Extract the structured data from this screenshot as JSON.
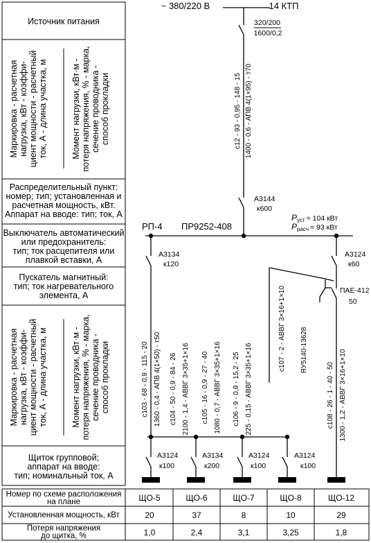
{
  "source": {
    "voltage": "~ 380/220 В",
    "substation": "14 КТП",
    "transformer_top": "320/200",
    "transformer_bottom": "1600/0,2"
  },
  "left_panel": {
    "rows": [
      {
        "lines": [
          "Источник питания"
        ]
      },
      {
        "lines_a": [
          "Маркировка - расчетная",
          "нагрузка, кВт - коэффи-",
          "циент мощности - расчетный",
          "ток, А - длина участка, м"
        ],
        "lines_b": [
          "Момент нагрузки, кВт·м -",
          "потеря напряжения, % - марка,",
          "сечение проводника -",
          "способ прокладки"
        ]
      },
      {
        "lines": [
          "Распределительный пункт:",
          "номер; тип; установленная и",
          "расчетная мощность, кВт.",
          "Аппарат на вводе: тип; ток, А"
        ]
      },
      {
        "lines": [
          "Выключатель автоматический",
          "или предохранитель:",
          "тип; ток расцепителя или",
          "плавкой вставки, А"
        ]
      },
      {
        "lines": [
          "Пускатель магнитный:",
          "тип; ток нагревательного",
          "элемента, А"
        ]
      },
      {
        "lines_a": [
          "Маркировка - расчетная",
          "нагрузка, кВт - коэффи-",
          "циент мощности - расчетный",
          "ток, А - длина участка, м"
        ],
        "lines_b": [
          "Момент нагрузки, кВт·м -",
          "потеря напряжения, % - марка,",
          "сечение проводника -",
          "способ прокладки"
        ]
      },
      {
        "lines": [
          "Щиток групповой;",
          "аппарат на вводе:",
          "тип; номинальный ток, А"
        ]
      }
    ]
  },
  "main_feeder": {
    "line1": "с12 - 93 - 0,95 - 148 - 15",
    "line2": "1400 - 0,6 - АПВ 4(1×95) - т70",
    "breaker_type": "А3144",
    "breaker_current": "к600"
  },
  "rp": {
    "number": "РП-4",
    "type": "ПР9252-408",
    "p_ust_sym": "P",
    "p_ust_sub": "уст",
    "p_ust_val": "= 104 кВт",
    "p_rasch_sym": "P",
    "p_rasch_sub": "расч",
    "p_rasch_val": "= 93 кВт"
  },
  "breakers": {
    "left_type": "А3134",
    "left_current": "к120",
    "right_type": "А3124",
    "right_current": "к60"
  },
  "starter": {
    "type": "ПАЕ-412",
    "current": "50"
  },
  "cables": {
    "c103_1": "с103 - 68 - 0,9 - 115 - 20",
    "c103_2": "1360 - 0,4 - АПВ 4(1×50) - т50",
    "c104_1": "с104 - 50 - 0,9 - 84 - 26",
    "c104_2": "2100 - 1,4 - АВВГ 3×35+1×16",
    "c105_1": "с105 - 16 - 0,9 - 27 - 40",
    "c105_2": "1080 - 0,7 - АВВГ 3×35+1×16",
    "c106_1": "с106 - 9 - 0,9 - 15,2 - 25",
    "c106_2": "225 - 0,15 - АВВГ 3×35+1×16",
    "c107": "с107 - 2 - АВВГ 3×16+1×10",
    "yau": "ЯУ5140-13628",
    "c108_1": "с108 - 26 - 1 - 40 - 50",
    "c108_2": "1300 - 1,2 - АВВГ 3×16+1×10"
  },
  "group_breakers": [
    {
      "type": "А3124",
      "current": "к100"
    },
    {
      "type": "А3134",
      "current": "к200"
    },
    {
      "type": "А3124",
      "current": "к100"
    },
    {
      "type": "А3124",
      "current": "к100"
    }
  ],
  "table": {
    "row_labels": [
      [
        "Номер по схеме расположения",
        "на плане"
      ],
      [
        "Установленная мощность, кВт"
      ],
      [
        "Потеря напряжения",
        "до щитка, %"
      ]
    ],
    "columns": [
      {
        "name": "ЩО-5",
        "power": "20",
        "loss": "1,0"
      },
      {
        "name": "ЩО-6",
        "power": "37",
        "loss": "2,4"
      },
      {
        "name": "ЩО-7",
        "power": "8",
        "loss": "3,1"
      },
      {
        "name": "ЩО-8",
        "power": "10",
        "loss": "3,25"
      },
      {
        "name": "ЩО-12",
        "power": "29",
        "loss": "1,8"
      }
    ]
  }
}
